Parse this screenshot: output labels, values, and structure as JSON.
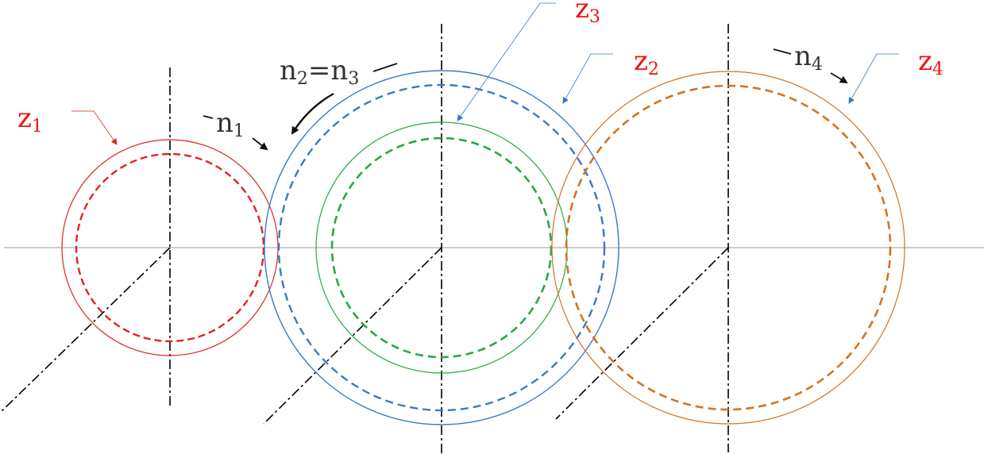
{
  "diagram": {
    "labels": {
      "z1": {
        "main": "z",
        "sub": "1"
      },
      "z2": {
        "main": "z",
        "sub": "2"
      },
      "z3": {
        "main": "z",
        "sub": "3"
      },
      "z4": {
        "main": "z",
        "sub": "4"
      },
      "n1": {
        "main": "n",
        "sub": "1"
      },
      "n23": {
        "a_main": "n",
        "a_sub": "2",
        "eq": "=",
        "b_main": "n",
        "b_sub": "3"
      },
      "n4": {
        "main": "n",
        "sub": "4"
      }
    },
    "colors": {
      "gear1": "#e32222",
      "gear2": "#3a78c9",
      "gear3": "#22aa44",
      "gear4": "#d4731f",
      "label_z": "#ee1111",
      "label_n": "#333333",
      "axis": "#999999",
      "centerline": "#000000"
    }
  }
}
